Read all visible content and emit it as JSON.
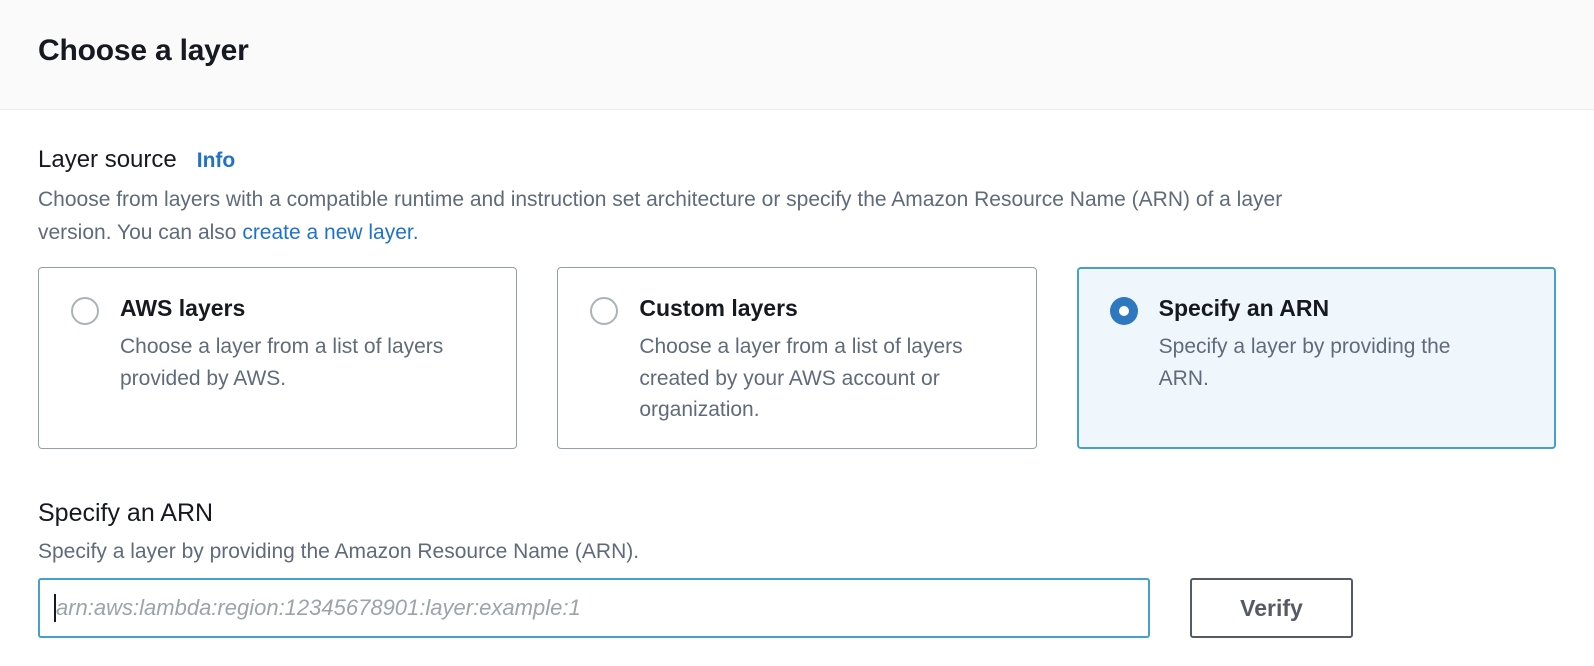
{
  "header": {
    "title": "Choose a layer"
  },
  "layer_source": {
    "label": "Layer source",
    "info_link": "Info",
    "description_line1": "Choose from layers with a compatible runtime and instruction set architecture or specify the Amazon Resource Name (ARN) of a layer",
    "description_line2": "version. You can also ",
    "create_link": "create a new layer.",
    "options": [
      {
        "title": "AWS layers",
        "description": "Choose a layer from a list of layers provided by AWS.",
        "selected": false
      },
      {
        "title": "Custom layers",
        "description": "Choose a layer from a list of layers created by your AWS account or organization.",
        "selected": false
      },
      {
        "title": "Specify an ARN",
        "description": "Specify a layer by providing the ARN.",
        "selected": true
      }
    ]
  },
  "arn_section": {
    "title": "Specify an ARN",
    "description": "Specify a layer by providing the Amazon Resource Name (ARN).",
    "input_value": "",
    "input_placeholder": "arn:aws:lambda:region:12345678901:layer:example:1",
    "verify_button_label": "Verify"
  },
  "colors": {
    "link_blue": "#1e73c8",
    "radio_selected_blue": "#2e78c0",
    "focus_border_blue": "#46a0c8",
    "selected_card_bg": "#f0f7fc",
    "card_border_gray": "#95a0a4",
    "text_dark": "#16191f",
    "text_gray": "#5f6b7a",
    "button_gray": "#545b64",
    "header_bg": "#fafafa"
  }
}
